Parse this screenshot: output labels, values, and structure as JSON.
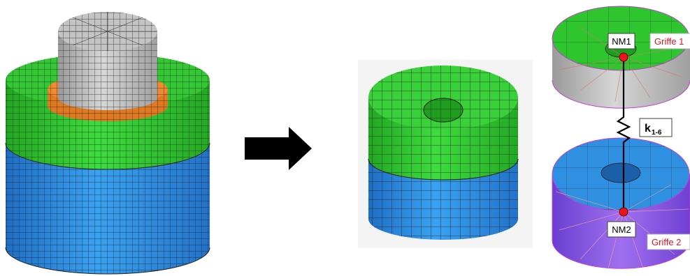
{
  "labels": {
    "node_top": "NM1",
    "node_bottom": "NM2",
    "grip_top": "Griffe 1",
    "grip_bottom": "Griffe 2",
    "spring_main": "k",
    "spring_sub": "1-6"
  },
  "colors": {
    "gray": "#bdbdbd",
    "orange": "#e67e22",
    "green": "#2fc52f",
    "blue": "#2f8fe0",
    "purple": "#8a55e6",
    "node_red": "#e8141e",
    "grip_red": "#e8141e",
    "arrow": "#000000"
  }
}
